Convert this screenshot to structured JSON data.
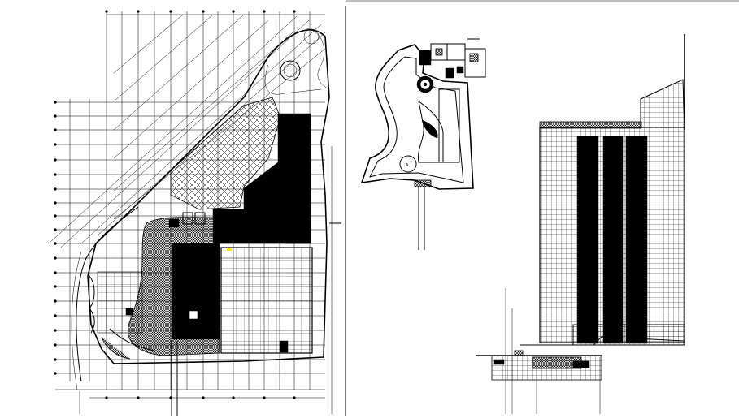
{
  "drawing": {
    "panels": [
      "site-plan",
      "floor-plan",
      "elevation"
    ],
    "colors": {
      "ink": "#000000",
      "paper": "#ffffff",
      "marker": "#ffee00"
    },
    "site_plan": {
      "label_main": "",
      "label_north": ""
    },
    "floor_plan": {
      "circle_mark": "A"
    }
  }
}
